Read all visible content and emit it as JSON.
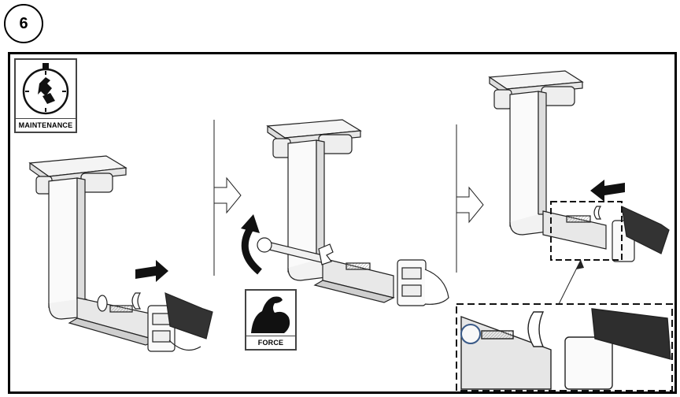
{
  "step_number": "6",
  "maintenance_label": "MAINTENANCE",
  "force_label": "FORCE"
}
